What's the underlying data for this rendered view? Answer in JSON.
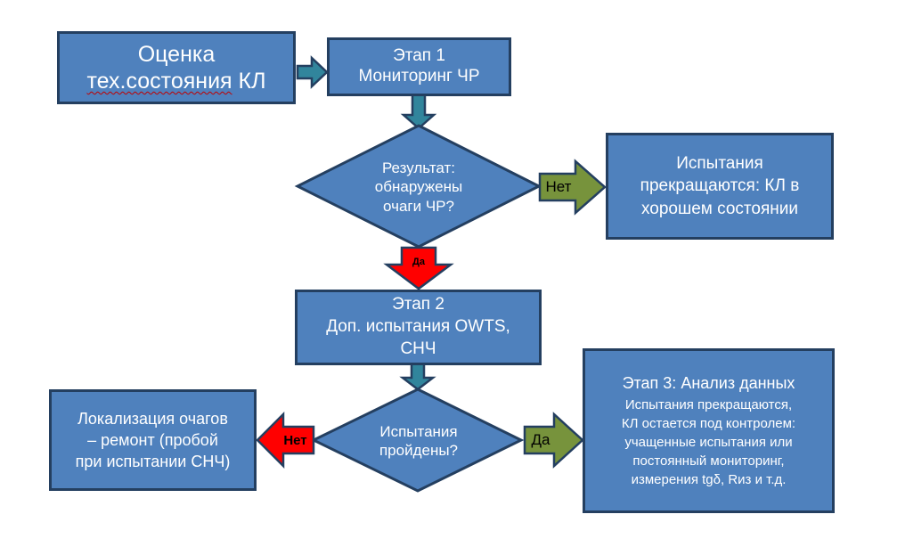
{
  "colors": {
    "box_fill": "#4f81bd",
    "box_border": "#243f60",
    "connector_fill": "#31859c",
    "no_arrow_top": "#77933c",
    "no_arrow_bottom": "#ff0000",
    "yes_arrow_top": "#ff0000",
    "yes_arrow_bottom": "#77933c",
    "text": "#ffffff"
  },
  "start": {
    "line1": "Оценка",
    "line2_misspelled": "тех.состояния",
    "line2_rest": " КЛ"
  },
  "stage1": {
    "line1": "Этап 1",
    "line2": "Мониторинг ЧР"
  },
  "decision1": {
    "line1": "Результат:",
    "line2": "обнаружены",
    "line3": "очаги ЧР?",
    "no_label": "Нет",
    "yes_label": "Да"
  },
  "good_state": {
    "line1": "Испытания",
    "line2": "прекращаются: КЛ в",
    "line3": "хорошем состоянии"
  },
  "stage2": {
    "line1": "Этап 2",
    "line2": "Доп. испытания OWTS,",
    "line3": "СНЧ"
  },
  "decision2": {
    "line1": "Испытания",
    "line2": "пройдены?",
    "no_label": "Нет",
    "yes_label": "Да"
  },
  "repair": {
    "line1": "Локализация очагов",
    "line2": "– ремонт (пробой",
    "line3": "при испытании СНЧ)"
  },
  "stage3": {
    "title": "Этап 3: Анализ данных",
    "line1": "Испытания прекращаются,",
    "line2": "КЛ остается под контролем:",
    "line3": "учащенные испытания или",
    "line4": "постоянный мониторинг,",
    "line5": "измерения tgδ, Rиз и т.д."
  }
}
